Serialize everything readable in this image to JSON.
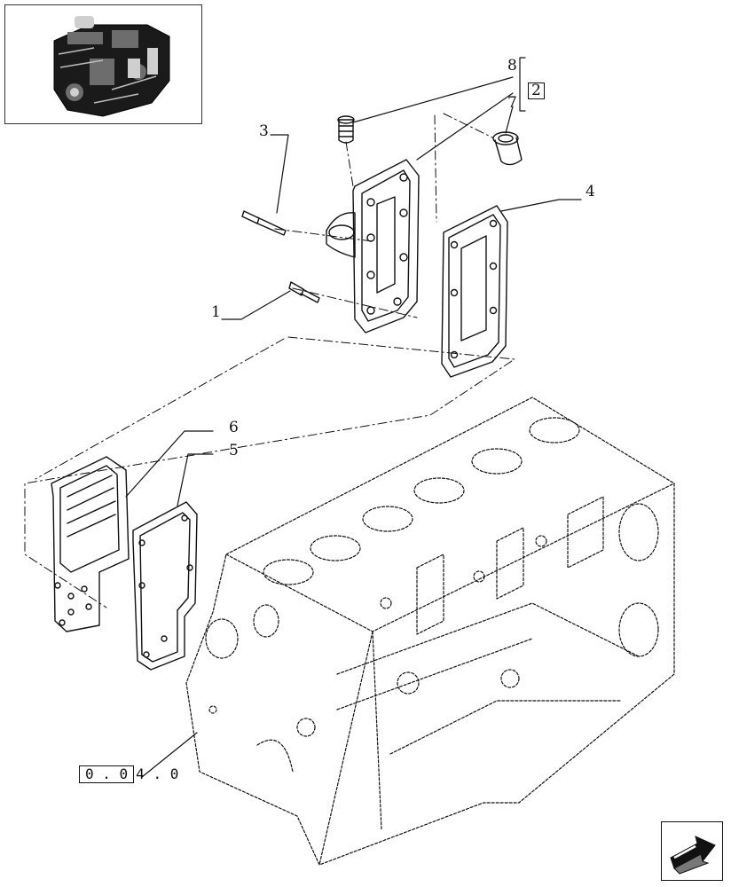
{
  "diagram": {
    "callouts": {
      "c1": "1",
      "c2": "2",
      "c3": "3",
      "c4": "4",
      "c5": "5",
      "c6": "6",
      "c7": "7",
      "c8": "8"
    },
    "reference_code": {
      "boxed": "0 . 0",
      "tail": "4 . 0"
    }
  },
  "thumbnail": {
    "icon": "engine-thumbnail-icon"
  },
  "navigation": {
    "icon": "next-page-arrow-icon"
  }
}
